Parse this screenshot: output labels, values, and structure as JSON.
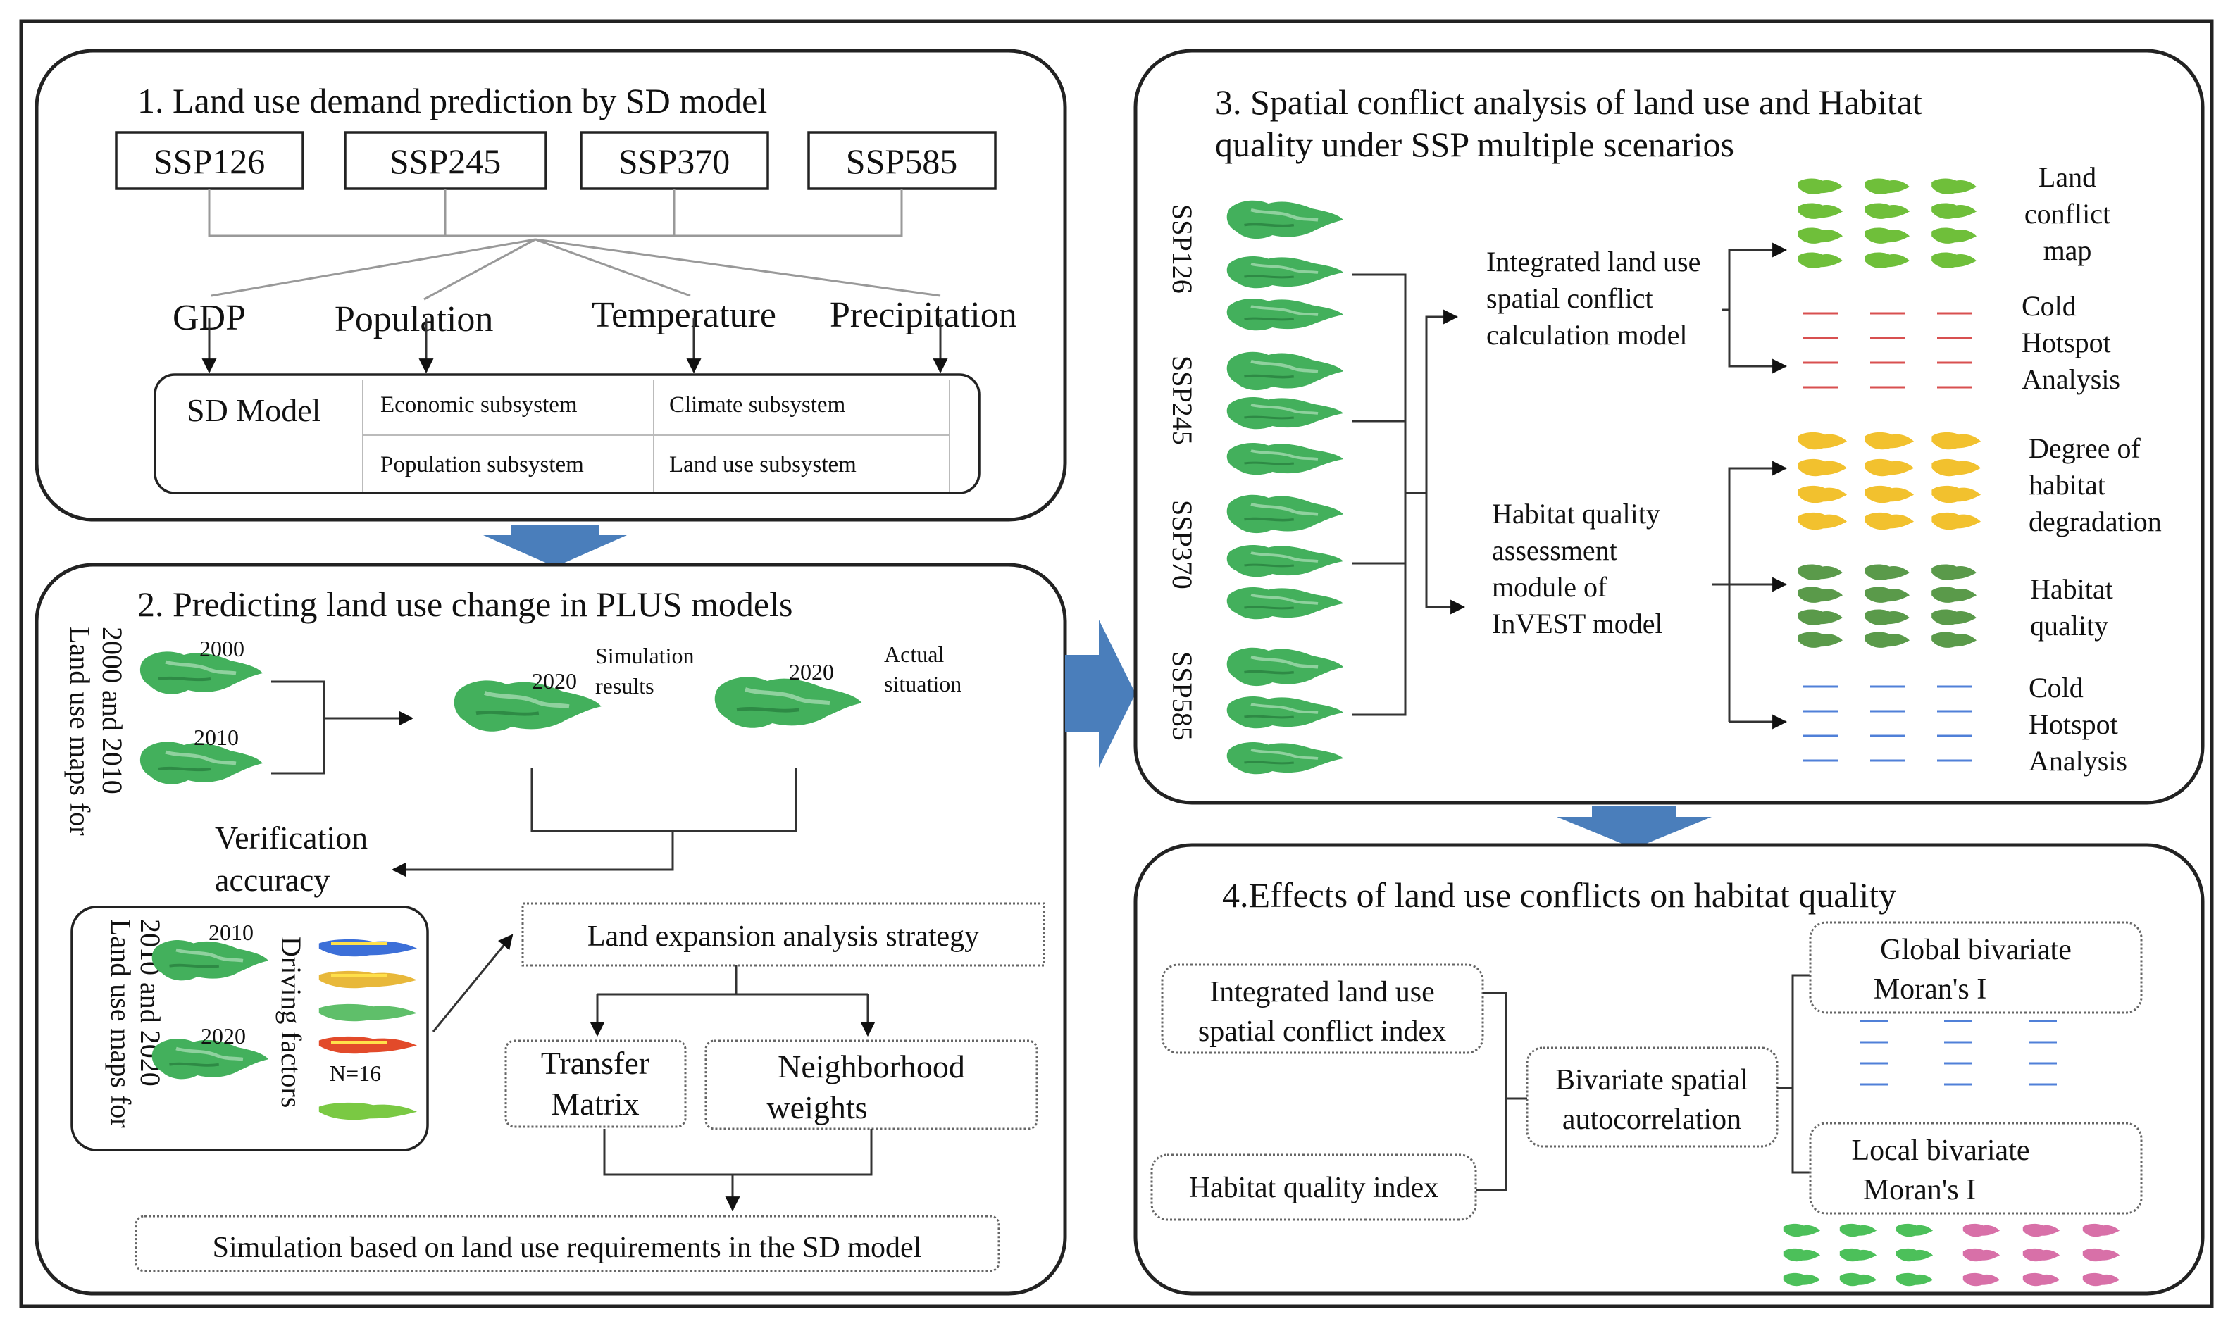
{
  "panel1": {
    "title": "1. Land use demand prediction by SD model",
    "ssp": [
      "SSP126",
      "SSP245",
      "SSP370",
      "SSP585"
    ],
    "drivers": [
      "GDP",
      "Population",
      "Temperature",
      "Precipitation"
    ],
    "sd_model": "SD Model",
    "subsystems": [
      "Economic subsystem",
      "Climate subsystem",
      "Population subsystem",
      "Land use subsystem"
    ]
  },
  "panel2": {
    "title": "2. Predicting land use change in PLUS models",
    "maps_label_2000_2010": [
      "Land use maps for",
      "2000 and 2010"
    ],
    "year_2000": "2000",
    "year_2010": "2010",
    "year_2020": "2020",
    "simulation_results": [
      "Simulation",
      "results"
    ],
    "actual_situation": [
      "Actual",
      "situation"
    ],
    "verification": [
      "Verification",
      "accuracy"
    ],
    "maps_label_2010_2020": [
      "Land use maps for",
      "2010 and 2020"
    ],
    "driving_factors": "Driving factors",
    "n16": "N=16",
    "land_expansion": "Land expansion analysis strategy",
    "transfer_matrix": [
      "Transfer",
      "Matrix"
    ],
    "neighborhood": [
      "Neighborhood",
      "weights"
    ],
    "simulation_sd": "Simulation based on land use requirements in the SD model"
  },
  "panel3": {
    "title": [
      "3. Spatial conflict analysis of land use and Habitat",
      "quality  under SSP multiple scenarios"
    ],
    "ssp_vertical": [
      "SSP126",
      "SSP245",
      "SSP370",
      "SSP585"
    ],
    "conflict_model": [
      "Integrated land use",
      "spatial conflict",
      "calculation model"
    ],
    "habitat_module": [
      "Habitat quality",
      "assessment",
      "module of",
      "InVEST model"
    ],
    "land_conflict_map": [
      "Land",
      "conflict",
      "map"
    ],
    "cold_hotspot_1": [
      "Cold",
      "Hotspot",
      "Analysis"
    ],
    "degradation": [
      "Degree of",
      "habitat",
      "degradation"
    ],
    "habitat_quality": [
      "Habitat",
      "quality"
    ],
    "cold_hotspot_2": [
      "Cold",
      "Hotspot",
      "Analysis"
    ]
  },
  "panel4": {
    "title": "4.Effects of land use conflicts on habitat quality",
    "conflict_index": [
      "Integrated land use",
      "spatial conflict index"
    ],
    "habitat_index": "Habitat quality index",
    "bivariate": [
      "Bivariate spatial",
      "autocorrelation"
    ],
    "global": [
      "Global bivariate",
      "Moran's I"
    ],
    "local": [
      "Local bivariate",
      "Moran's I"
    ]
  },
  "colors": {
    "arrow_blue": "#4a7ebb",
    "map_green": "#43b05c",
    "map_light": "#8fd19e"
  }
}
